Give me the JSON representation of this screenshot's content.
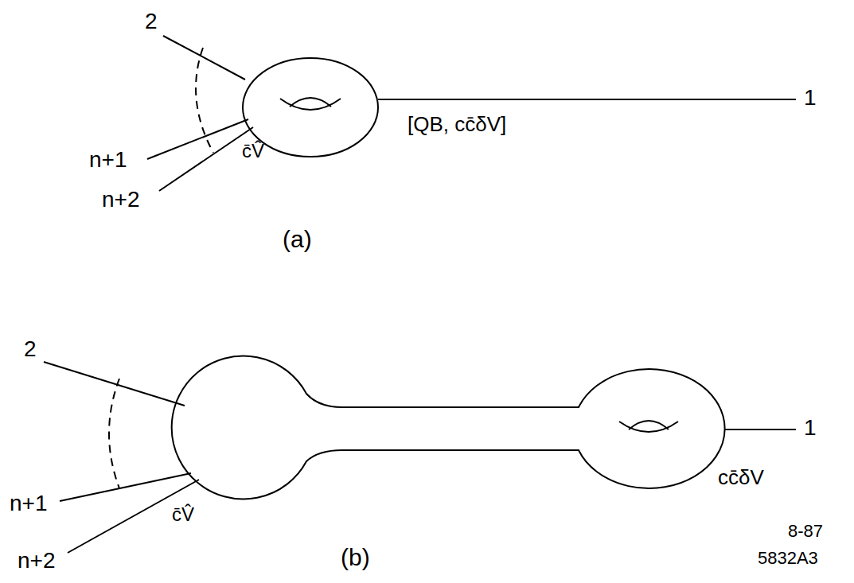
{
  "diagram": {
    "labels": [
      "2",
      "n+1",
      "n+2",
      "c̄V̂",
      "[QB, cc̄δV]",
      "1",
      "(a)",
      "2",
      "n+1",
      "n+2",
      "c̄V̂",
      "cc̄δV",
      "1",
      "(b)",
      "8-87",
      "5832A3"
    ]
  }
}
